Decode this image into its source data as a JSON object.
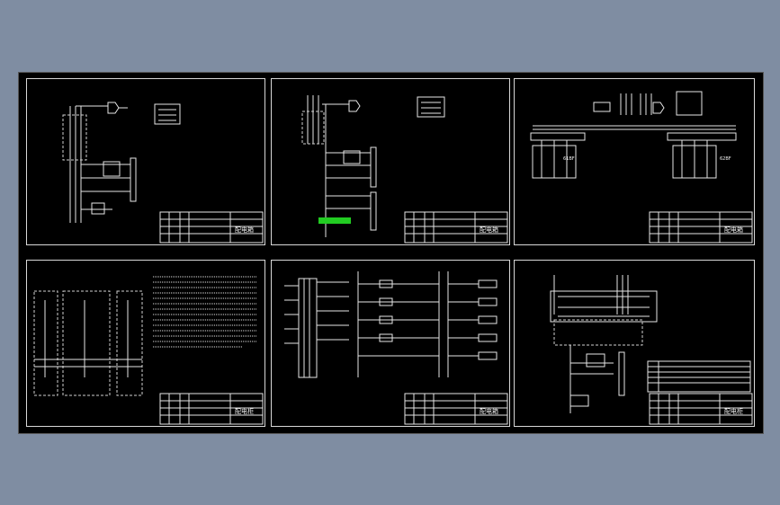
{
  "sheet": {
    "panel_count": 6
  },
  "panels": [
    {
      "id": "p1",
      "caption": "",
      "title_block": {
        "name": "",
        "stamp": "配电箱"
      }
    },
    {
      "id": "p2",
      "caption": "",
      "title_block": {
        "name": "",
        "stamp": "配电箱"
      }
    },
    {
      "id": "p3",
      "caption": "",
      "labels": [
        "61BF",
        "62BF"
      ],
      "title_block": {
        "name": "",
        "stamp": "配电箱"
      }
    },
    {
      "id": "p4",
      "caption": "",
      "title_block": {
        "name": "",
        "stamp": "配电柜"
      }
    },
    {
      "id": "p5",
      "caption": "",
      "title_block": {
        "name": "",
        "stamp": "配电箱"
      }
    },
    {
      "id": "p6",
      "caption": "",
      "title_block": {
        "name": "",
        "stamp": "配电柜"
      }
    }
  ],
  "colors": {
    "background": "#7f8da2",
    "sheet": "#000000",
    "line": "#e6e6e6",
    "highlight": "#22cc22"
  }
}
